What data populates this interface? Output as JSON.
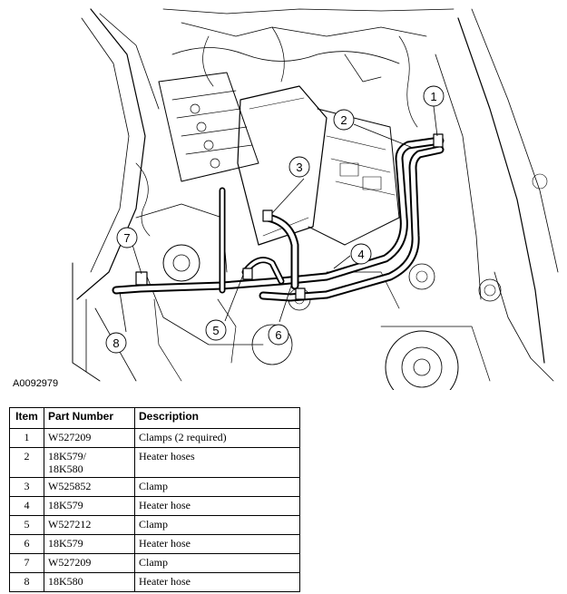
{
  "figure": {
    "id_label": "A0092979",
    "callouts": [
      "1",
      "2",
      "3",
      "4",
      "5",
      "6",
      "7",
      "8"
    ]
  },
  "table": {
    "headers": [
      "Item",
      "Part Number",
      "Description"
    ],
    "rows": [
      {
        "item": "1",
        "part_number": "W527209",
        "description": "Clamps (2 required)"
      },
      {
        "item": "2",
        "part_number": "18K579/\n18K580",
        "description": "Heater hoses"
      },
      {
        "item": "3",
        "part_number": "W525852",
        "description": "Clamp"
      },
      {
        "item": "4",
        "part_number": "18K579",
        "description": "Heater hose"
      },
      {
        "item": "5",
        "part_number": "W527212",
        "description": "Clamp"
      },
      {
        "item": "6",
        "part_number": "18K579",
        "description": "Heater hose"
      },
      {
        "item": "7",
        "part_number": "W527209",
        "description": "Clamp"
      },
      {
        "item": "8",
        "part_number": "18K580",
        "description": "Heater hose"
      }
    ]
  }
}
